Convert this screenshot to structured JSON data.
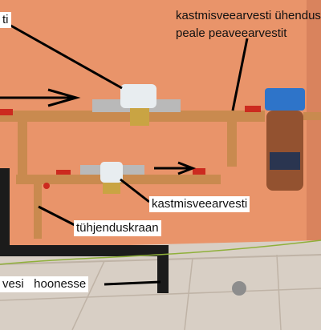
{
  "labels": {
    "main_meter_label_fragment": "ti",
    "irrigation_connection_line1": "kastmisveearvesti ühendus",
    "irrigation_connection_line2": "peale peaveearvestit",
    "irrigation_meter": "kastmisveearvesti",
    "drain_valve": "tühjenduskraan",
    "water_into_building": "vesi   hoonesse"
  },
  "colors": {
    "wall": "#e9946a",
    "floor_tile": "#d8cfc5",
    "copper_pipe": "#c98a4f",
    "black_pipe": "#1b1b1b",
    "valve_red": "#cc2a1f",
    "filter_blue": "#2e74c9",
    "arrow": "#000000"
  }
}
